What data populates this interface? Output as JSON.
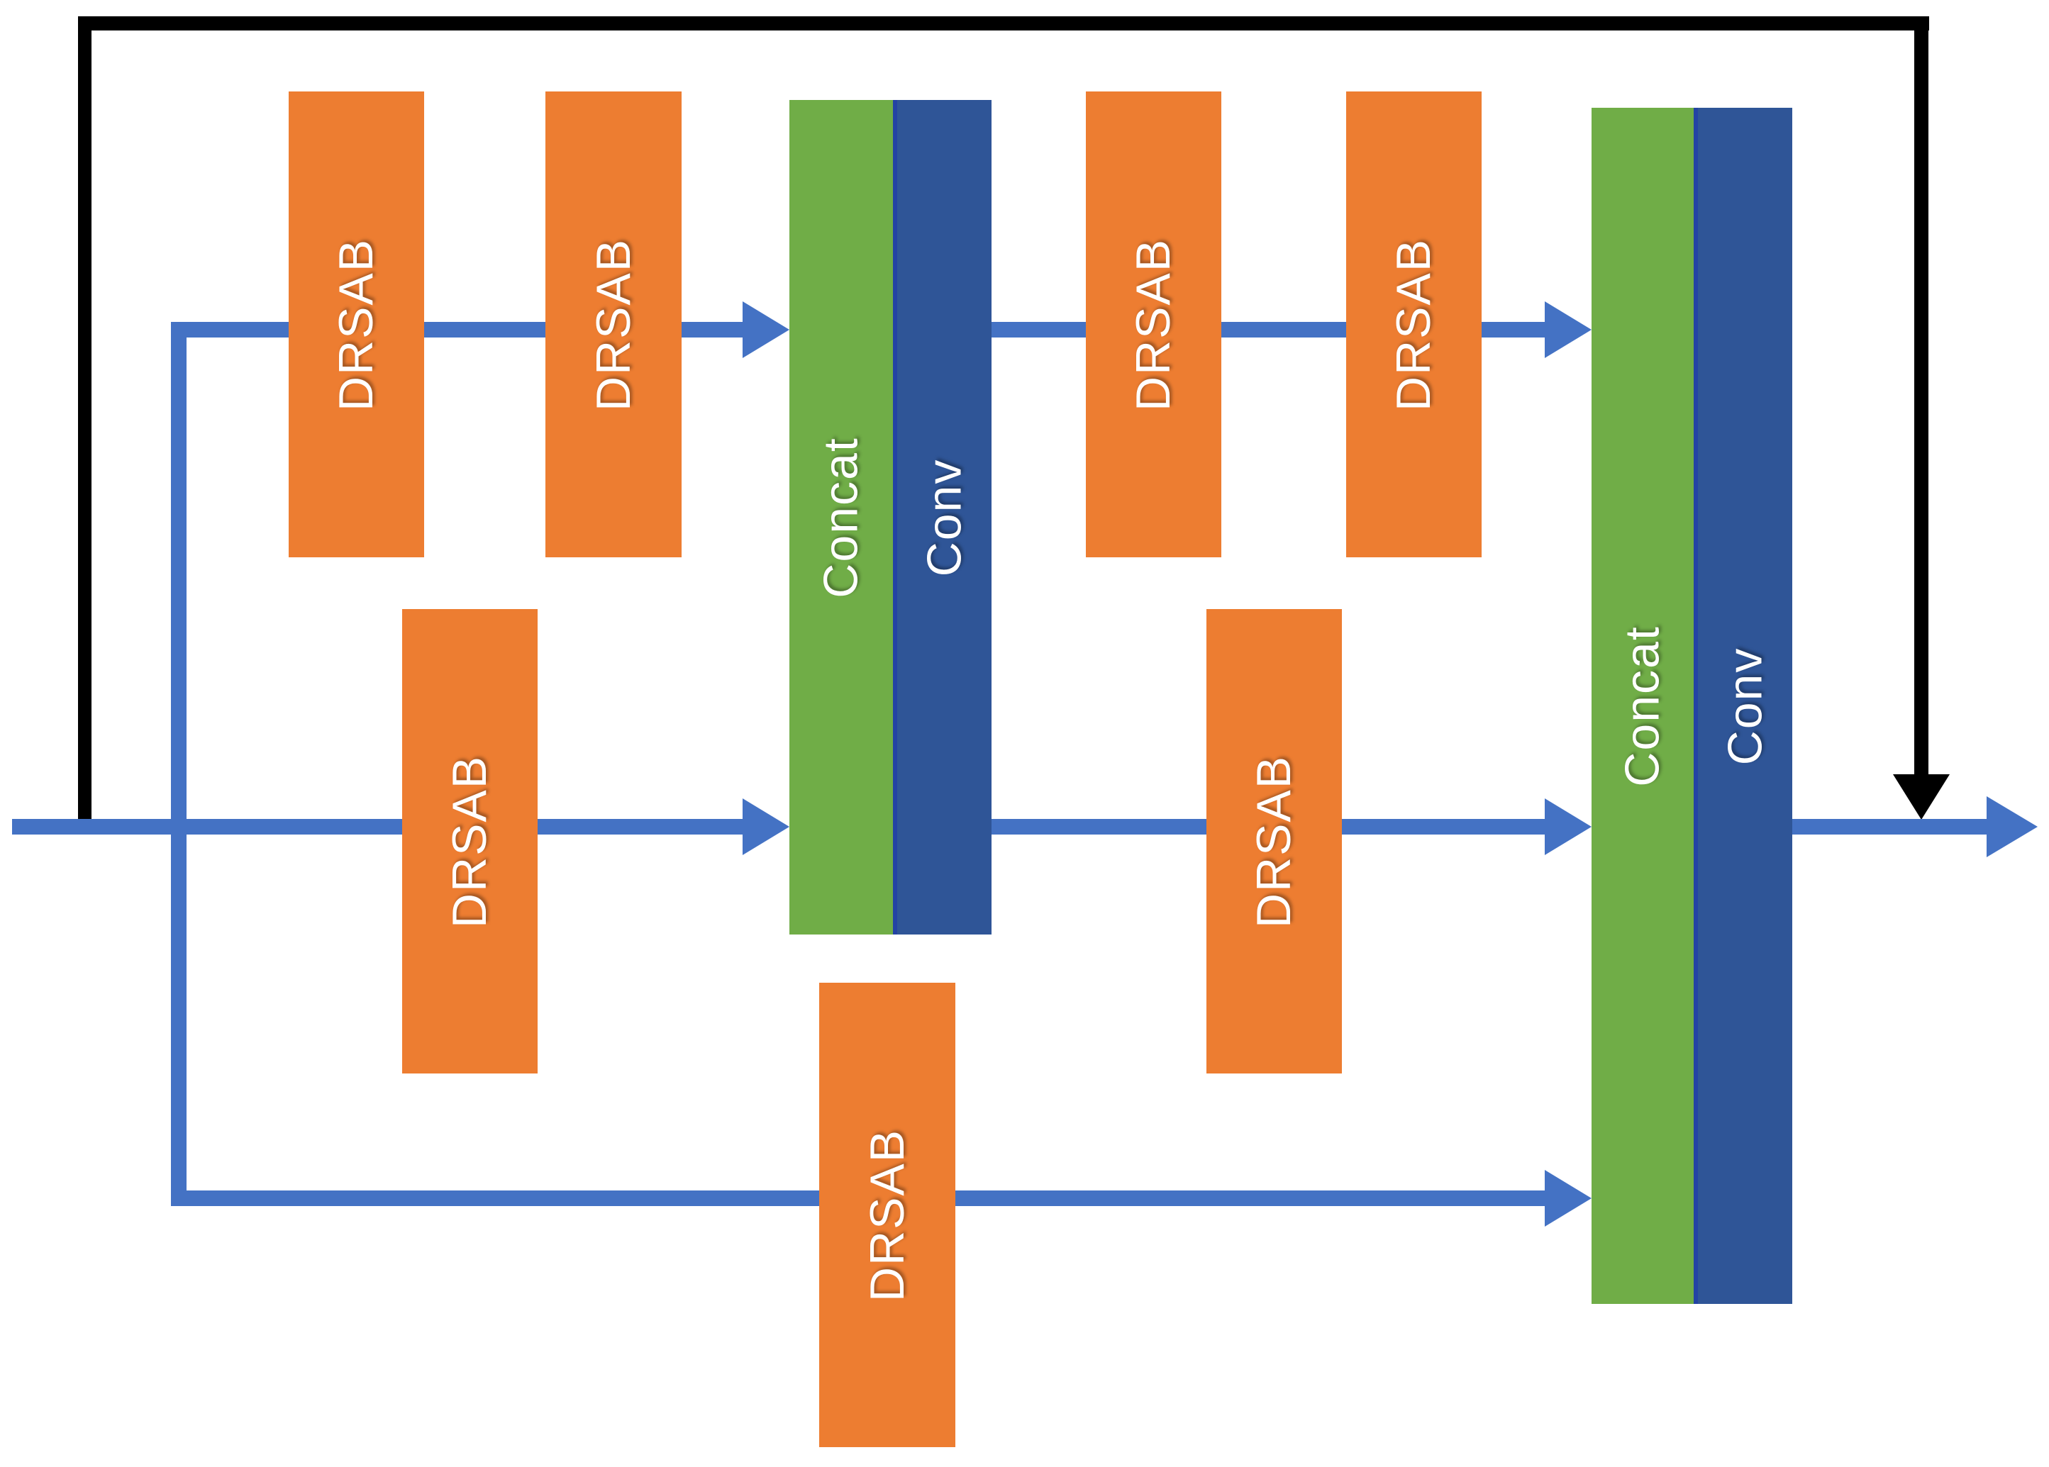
{
  "diagram": {
    "kind": "block-architecture-diagram",
    "nodes": [
      {
        "id": "drsab-top-1",
        "label": "DRSAB"
      },
      {
        "id": "drsab-top-2",
        "label": "DRSAB"
      },
      {
        "id": "concat-1",
        "label": "Concat"
      },
      {
        "id": "conv-1",
        "label": "Conv"
      },
      {
        "id": "drsab-top-3",
        "label": "DRSAB"
      },
      {
        "id": "drsab-top-4",
        "label": "DRSAB"
      },
      {
        "id": "drsab-mid-1",
        "label": "DRSAB"
      },
      {
        "id": "drsab-mid-2",
        "label": "DRSAB"
      },
      {
        "id": "drsab-bottom",
        "label": "DRSAB"
      },
      {
        "id": "concat-2",
        "label": "Concat"
      },
      {
        "id": "conv-2",
        "label": "Conv"
      }
    ]
  },
  "colors": {
    "block_orange": "#ED7D31",
    "block_green": "#70AD47",
    "block_blue": "#2F5597",
    "block_blue_edge": "#2343A4",
    "arrow_blue": "#4472C4",
    "skip_black": "#000000",
    "label_white": "#FFFFFF",
    "background": "#FFFFFF"
  }
}
